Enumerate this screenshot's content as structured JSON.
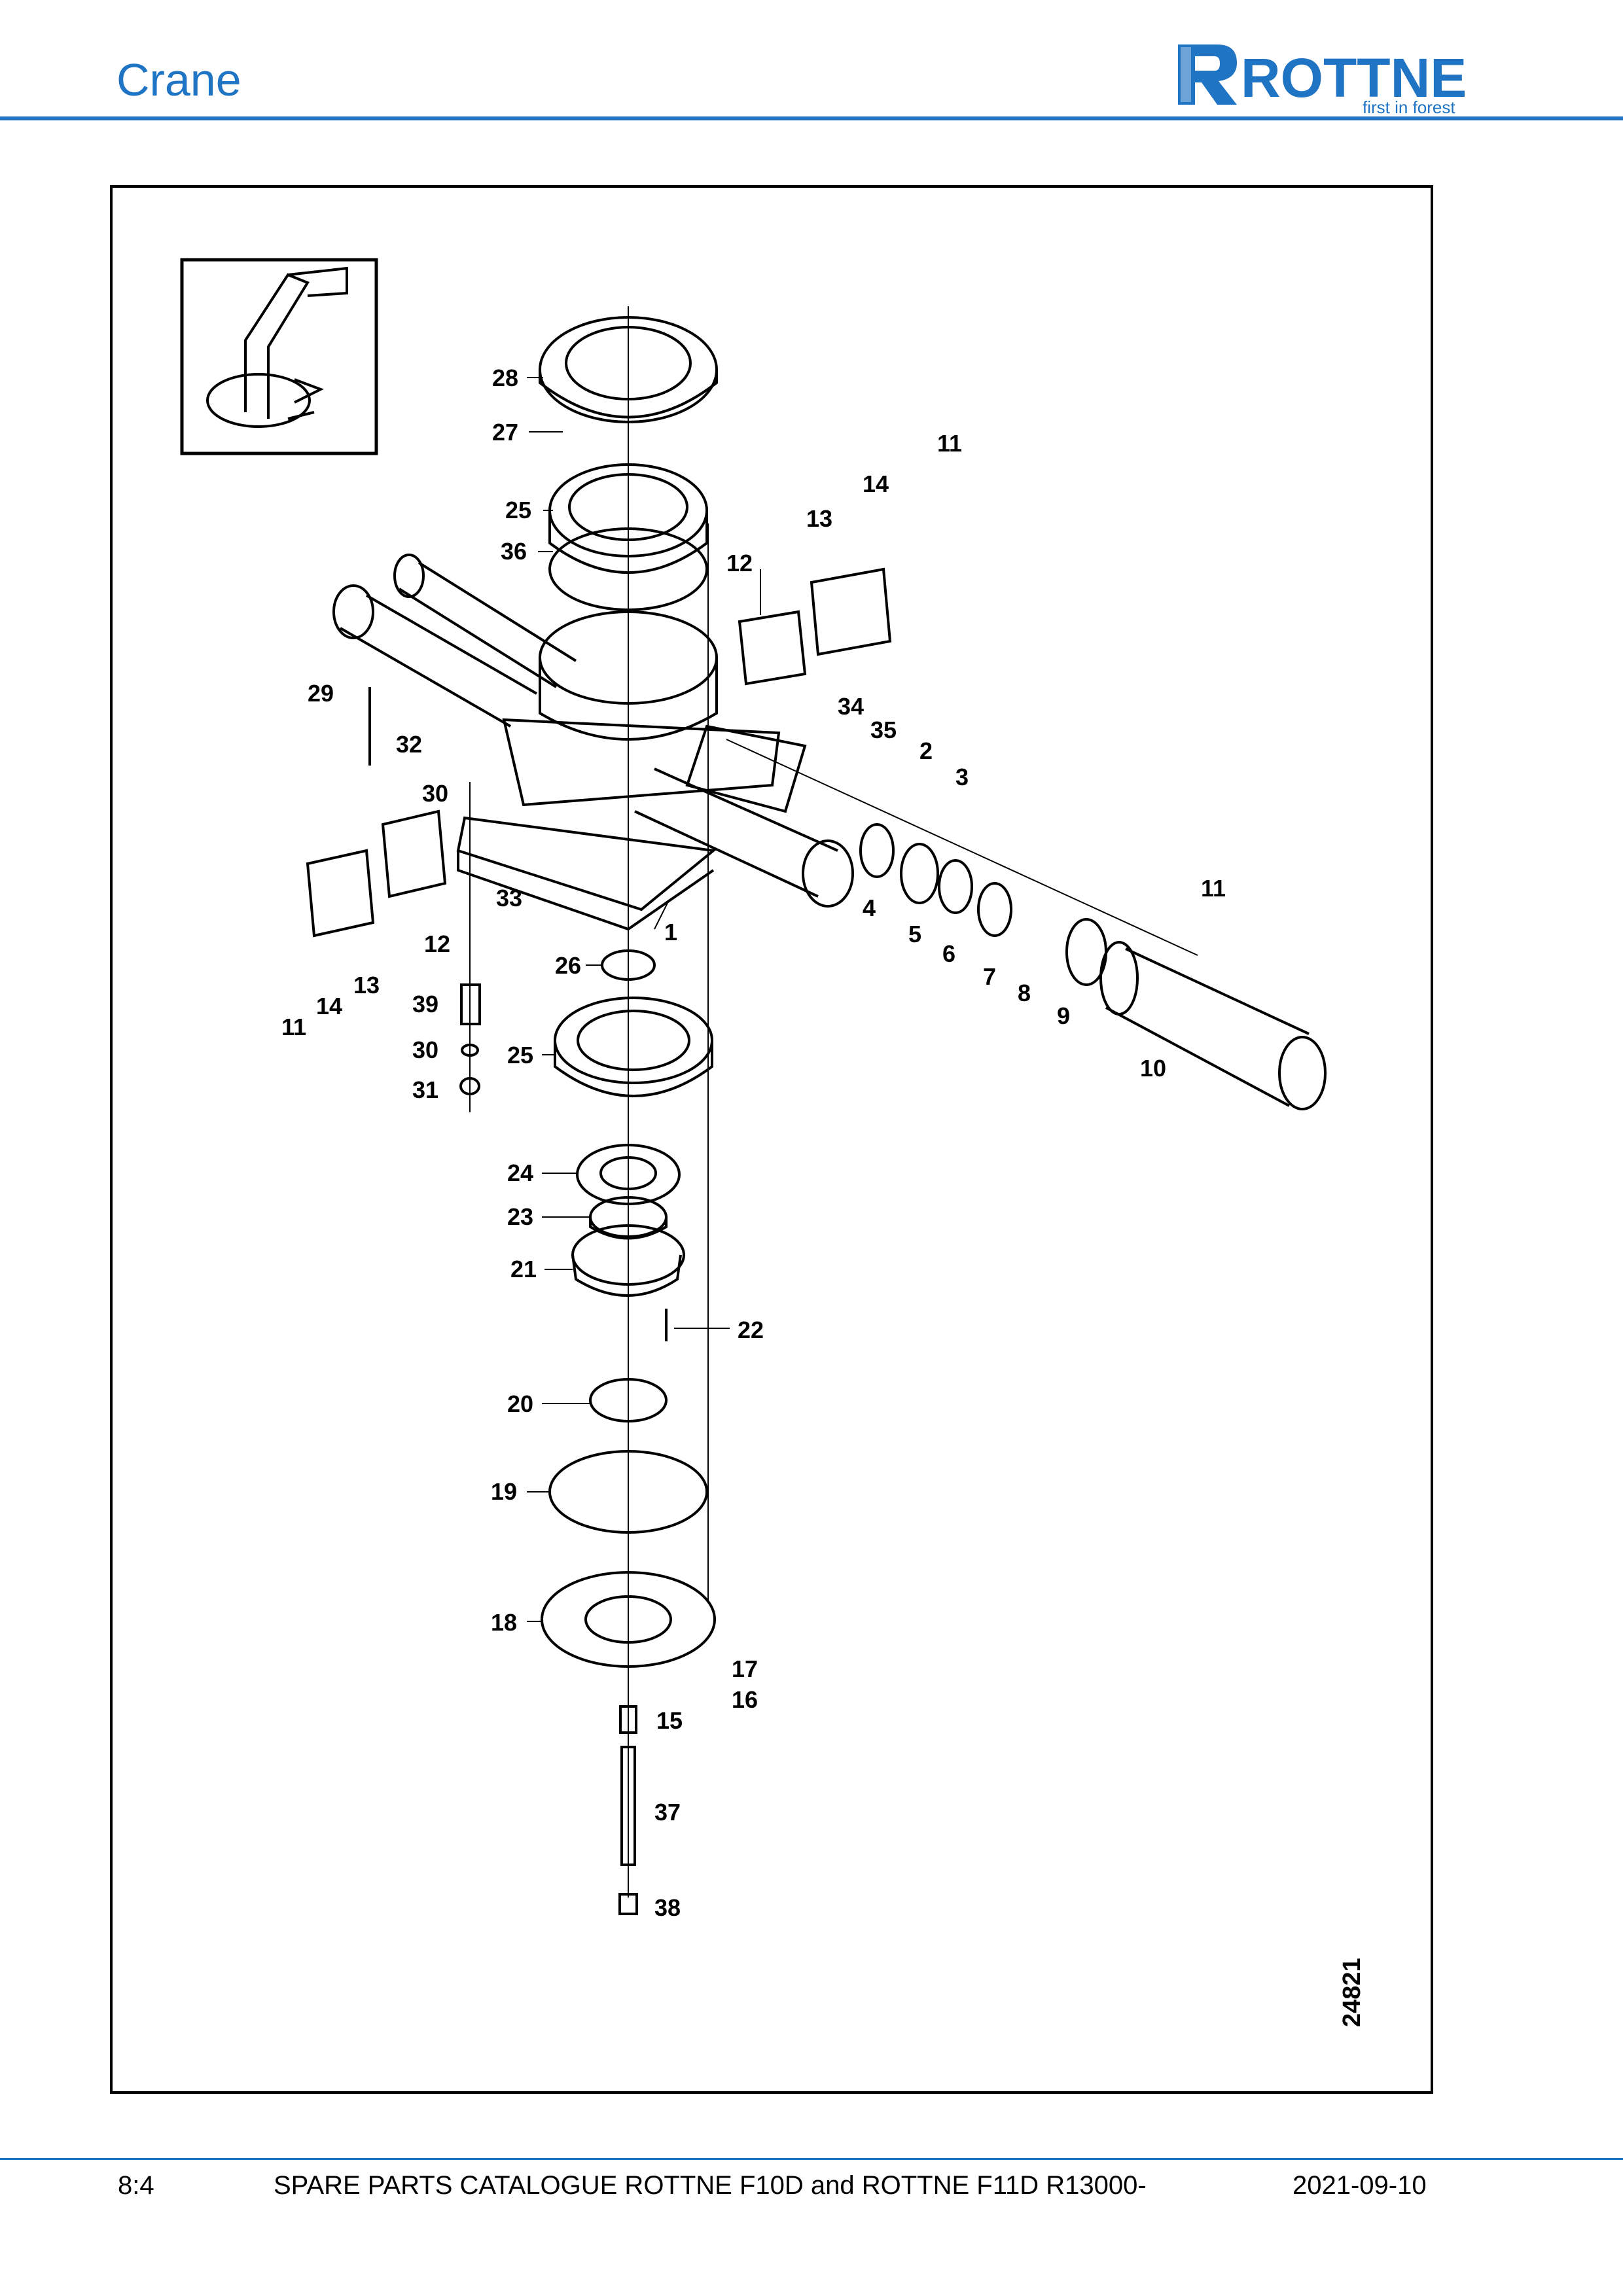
{
  "header": {
    "title": "Crane",
    "logo_text": "ROTTNE",
    "logo_tagline": "first in forest",
    "accent_color": "#1f74c4"
  },
  "figure": {
    "figure_number": "24821",
    "icon": "crane-rotation-icon",
    "callouts": [
      "1",
      "2",
      "3",
      "4",
      "5",
      "6",
      "7",
      "8",
      "9",
      "10",
      "11",
      "11",
      "11",
      "11",
      "12",
      "12",
      "13",
      "13",
      "14",
      "14",
      "15",
      "16",
      "17",
      "18",
      "19",
      "20",
      "21",
      "22",
      "23",
      "24",
      "25",
      "25",
      "26",
      "27",
      "28",
      "29",
      "30",
      "30",
      "31",
      "32",
      "33",
      "34",
      "35",
      "36",
      "37",
      "38",
      "39"
    ]
  },
  "footer": {
    "page": "8:4",
    "catalogue_title": "SPARE PARTS CATALOGUE ROTTNE F10D and ROTTNE F11D R13000-",
    "date": "2021-09-10"
  }
}
